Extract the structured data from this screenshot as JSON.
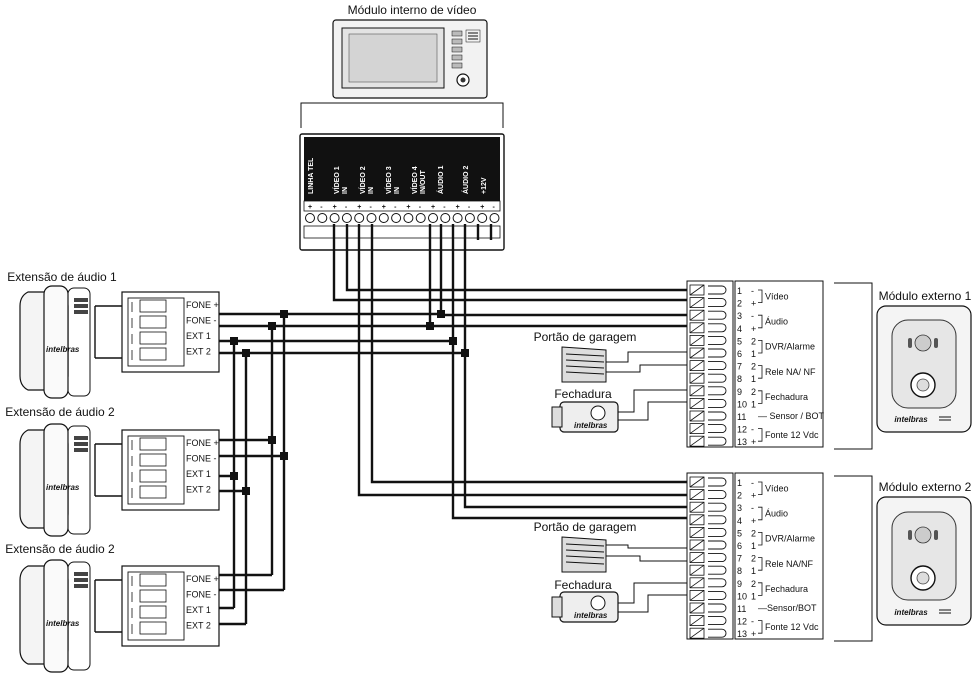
{
  "titles": {
    "internal_module": "Módulo interno de vídeo",
    "external_module_1": "Módulo externo 1",
    "external_module_2": "Módulo externo 2",
    "extension_1": "Extensão de áudio 1",
    "extension_2": "Extensão de áudio 2",
    "extension_3": "Extensão de áudio 2",
    "garage_gate_1": "Portão de garagem",
    "garage_gate_2": "Portão de garagem",
    "lock_1": "Fechadura",
    "lock_2": "Fechadura",
    "brand": "intelbras"
  },
  "internal_terminals": [
    "LINHA TEL",
    "VÍDEO 1 IN",
    "VÍDEO 2 IN",
    "VÍDEO 3 IN",
    "VÍDEO 4 IN/OUT",
    "ÁUDIO 1",
    "ÁUDIO 2",
    "+12V"
  ],
  "extension_terminals": [
    "FONE +",
    "FONE -",
    "EXT 1",
    "EXT 2"
  ],
  "external_1": {
    "numbers": [
      "1",
      "2",
      "3",
      "4",
      "5",
      "6",
      "7",
      "8",
      "9",
      "10",
      "11",
      "12",
      "13"
    ],
    "polarity": [
      "-",
      "+",
      "-",
      "+",
      "2",
      "1",
      "2",
      "1",
      "2",
      "1",
      "",
      "-",
      "+"
    ],
    "labels": [
      "Vídeo",
      "Áudio",
      "DVR/Alarme",
      "Rele NA/ NF",
      "Fechadura",
      "— Sensor / BOT",
      "Fonte 12 Vdc"
    ]
  },
  "external_2": {
    "numbers": [
      "1",
      "2",
      "3",
      "4",
      "5",
      "6",
      "7",
      "8",
      "9",
      "10",
      "11",
      "12",
      "13"
    ],
    "polarity": [
      "-",
      "+",
      "-",
      "+",
      "2",
      "1",
      "2",
      "1",
      "2",
      "1",
      "",
      "-",
      "+"
    ],
    "labels": [
      "Vídeo",
      "Áudio",
      "DVR/Alarme",
      "Rele NA/NF",
      "Fechadura",
      "—Sensor/BOT",
      "Fonte 12 Vdc"
    ]
  }
}
